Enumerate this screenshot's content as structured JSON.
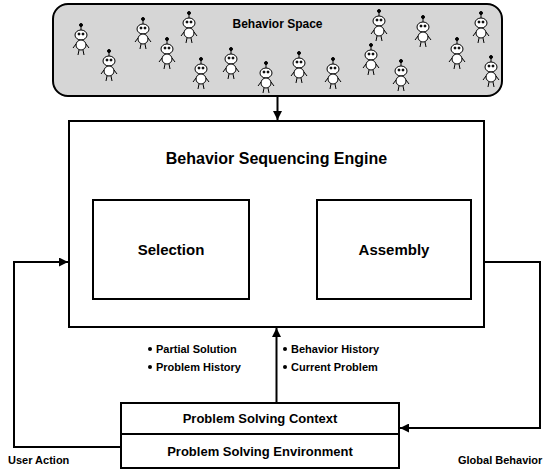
{
  "diagram": {
    "nodes": [
      {
        "text": [
          "Behavior Space"
        ]
      },
      {
        "text": [
          "Behavior Sequencing Engine"
        ]
      },
      {
        "text": [
          "Selection"
        ],
        "in": 1
      },
      {
        "text": [
          "Assembly"
        ],
        "in": 1
      },
      {
        "text": [
          "Problem Solving Context",
          "Problem Solving Environment"
        ]
      }
    ],
    "edges": [
      {
        "from": 0,
        "to": 1,
        "arrow": "to"
      },
      {
        "from": 2,
        "to": 3,
        "arrow": "to"
      },
      {
        "from": 4,
        "to": 1,
        "arrow": "to"
      },
      {
        "from": 4,
        "to": 1,
        "arrow": "to",
        "label": "User Action"
      },
      {
        "from": 1,
        "to": 4,
        "arrow": "to",
        "label": "Global Behavior"
      }
    ],
    "labels": [
      "Partial Solution",
      "Problem History",
      "Behavior History",
      "Current Problem"
    ]
  }
}
